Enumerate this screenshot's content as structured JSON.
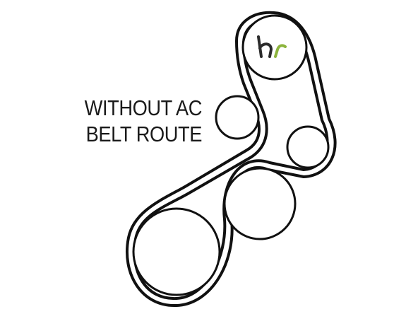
{
  "title": {
    "line1": "WITHOUT AC",
    "line2": "BELT ROUTE"
  },
  "logo": {
    "letters": "hr",
    "accent_color": "#8cb43c",
    "dark_color": "#2b2b2b"
  },
  "colors": {
    "belt": "#111111",
    "pulley_stroke": "#111111",
    "background": "#ffffff",
    "text": "#1a1a1a"
  }
}
